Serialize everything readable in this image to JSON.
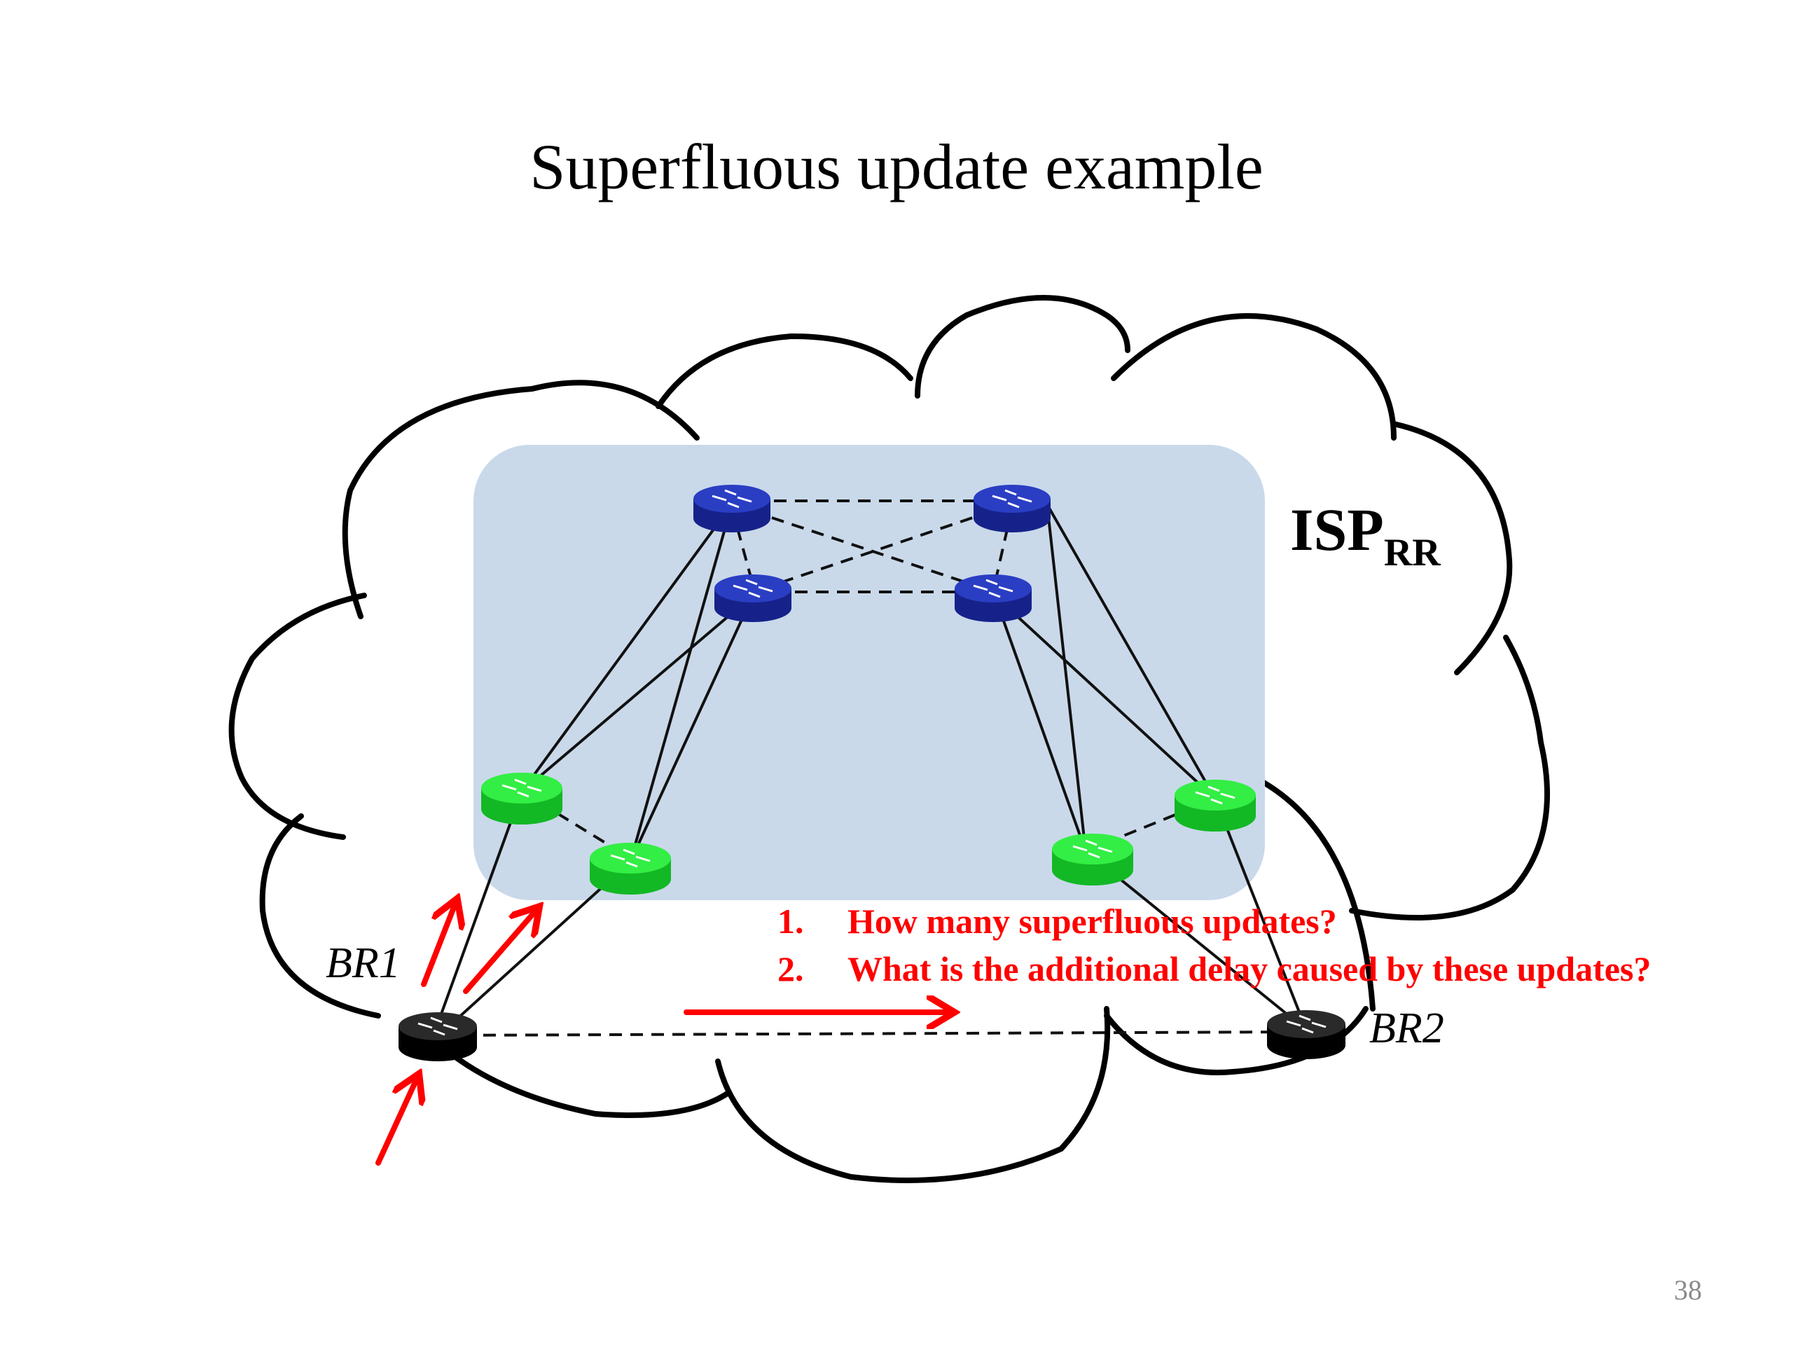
{
  "slide": {
    "title": "Superfluous update example",
    "page_number": "38"
  },
  "diagram": {
    "isp_label": "ISP",
    "isp_subscript": "RR",
    "br1_label": "BR1",
    "br2_label": "BR2"
  },
  "questions": [
    {
      "number": "1.",
      "text": "How many superfluous updates?"
    },
    {
      "number": "2.",
      "text": "What is the additional delay caused by these updates?"
    }
  ],
  "colors": {
    "isp_box": "#c9d9ea",
    "rr_router": "#1c2fa8",
    "client_router": "#22dd33",
    "border_router": "#111111",
    "arrow": "#ff0000",
    "question_text": "#ff0000"
  }
}
